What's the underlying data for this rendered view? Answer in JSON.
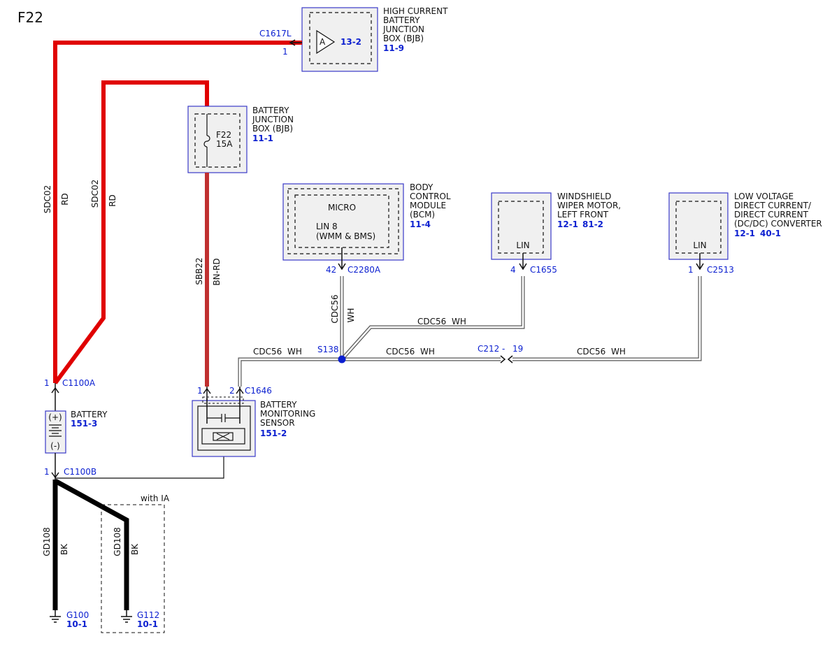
{
  "page_label": "F22",
  "hcbjb": {
    "title": [
      "HIGH CURRENT",
      "BATTERY",
      "JUNCTION",
      "BOX (BJB)"
    ],
    "ref1": "13-2",
    "ref2": "11-9",
    "symbol": "A",
    "connector": "C1617L",
    "pin": "1"
  },
  "bjb": {
    "title": [
      "BATTERY",
      "JUNCTION",
      "BOX (BJB)"
    ],
    "ref": "11-1",
    "fuse_name": "F22",
    "fuse_rating": "15A"
  },
  "bcm": {
    "title": [
      "BODY",
      "CONTROL",
      "MODULE",
      "(BCM)"
    ],
    "ref": "11-4",
    "micro": "MICRO",
    "lin": "LIN 8",
    "lin_sub": "(WMM & BMS)",
    "pin": "42",
    "connector": "C2280A"
  },
  "wiper": {
    "title": [
      "WINDSHIELD",
      "WIPER MOTOR,",
      "LEFT FRONT"
    ],
    "ref1": "12-1",
    "ref2": "81-2",
    "lin": "LIN",
    "pin": "4",
    "connector": "C1655"
  },
  "dcdc": {
    "title": [
      "LOW VOLTAGE",
      "DIRECT CURRENT/",
      "DIRECT CURRENT",
      "(DC/DC) CONVERTER"
    ],
    "ref1": "12-1",
    "ref2": "40-1",
    "lin": "LIN",
    "pin": "1",
    "connector": "C2513"
  },
  "wires": {
    "sdc02": "SDC02",
    "rd": "RD",
    "sbb22": "SBB22",
    "bnrd": "BN-RD",
    "cdc56": "CDC56",
    "wh": "WH",
    "gd108": "GD108",
    "bk": "BK"
  },
  "splice": {
    "name": "S138"
  },
  "c212": {
    "connector": "C212",
    "dash": "-",
    "pin": "19"
  },
  "c1100a": {
    "pin": "1",
    "connector": "C1100A"
  },
  "c1100b": {
    "pin": "1",
    "connector": "C1100B"
  },
  "battery": {
    "title": "BATTERY",
    "ref": "151-3",
    "plus": "(+)",
    "minus": "(-)"
  },
  "bms": {
    "title": [
      "BATTERY",
      "MONITORING",
      "SENSOR"
    ],
    "ref": "151-2",
    "pin1": "1",
    "pin2": "2",
    "connector": "C1646"
  },
  "ground1": {
    "name": "G100",
    "ref": "10-1"
  },
  "ground2": {
    "name": "G112",
    "ref": "10-1",
    "option": "with IA"
  },
  "colors": {
    "red_wire": "#e00000",
    "brown_red_wire": "#c03030",
    "black_wire": "#000000",
    "link_blue": "#0b1fd0",
    "box_border": "#3a3ac8"
  }
}
